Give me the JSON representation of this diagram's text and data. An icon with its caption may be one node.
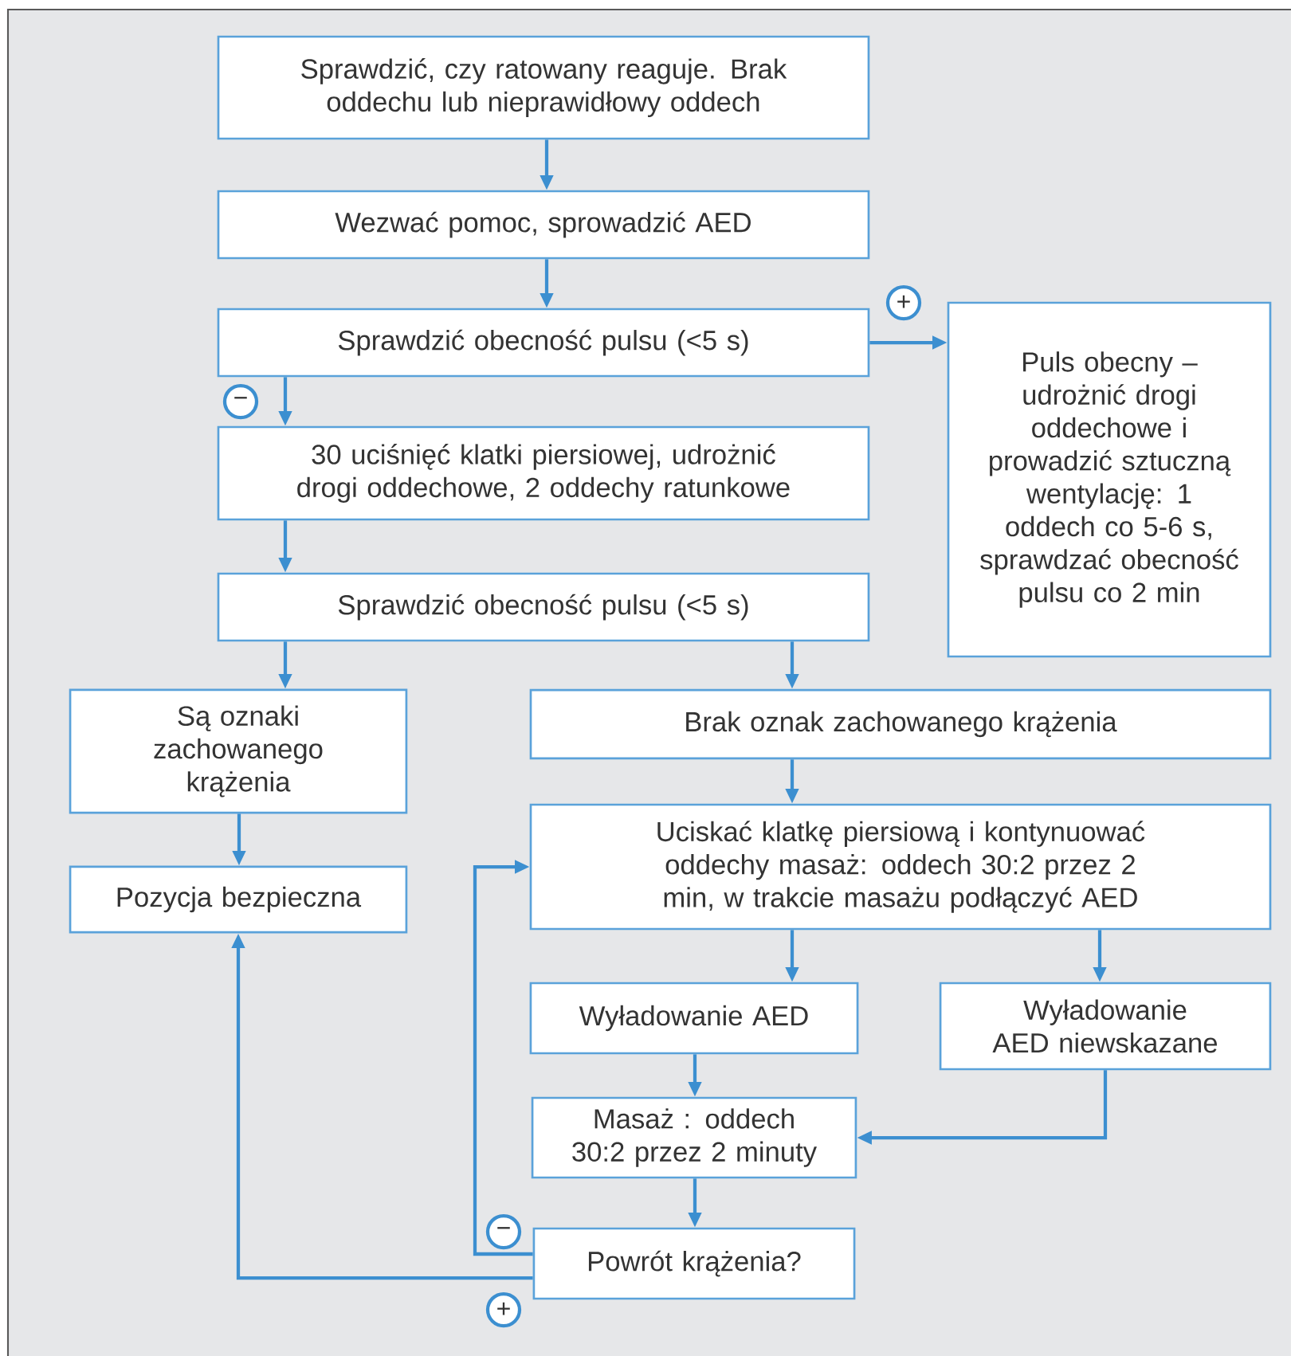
{
  "diagram": {
    "nodes": [
      {
        "text": [
          "Sprawdzić, czy ratowany reaguje. Brak oddechu lub nieprawidłowy oddech"
        ]
      },
      {
        "text": [
          "Wezwać pomoc, sprowadzić AED"
        ]
      },
      {
        "text": [
          "Sprawdzić obecność pulsu (<5 s)"
        ]
      },
      {
        "text": [
          "Puls obecny – udrożnić drogi oddechowe i prowadzić sztuczną wentylację: 1 oddech co 5-6 s, sprawdzać obecność pulsu co 2 min"
        ]
      },
      {
        "text": [
          "30 uciśnięć klatki piersiowej, udrożnić drogi oddechowe, 2 oddechy ratunkowe"
        ]
      },
      {
        "text": [
          "Sprawdzić obecność pulsu (<5 s)"
        ]
      },
      {
        "text": [
          "Są oznaki zachowanego krążenia"
        ]
      },
      {
        "text": [
          "Brak oznak zachowanego krążenia"
        ]
      },
      {
        "text": [
          "Pozycja bezpieczna"
        ]
      },
      {
        "text": [
          "Uciskać klatkę piersiową i kontynuować oddechy masaż: oddech 30:2 przez 2 min, w trakcie masażu podłączyć AED"
        ]
      },
      {
        "text": [
          "Wyładowanie AED"
        ]
      },
      {
        "text": [
          "Wyładowanie AED niewskazane"
        ]
      },
      {
        "text": [
          "Masaż : oddech 30:2 przez 2 minuty"
        ]
      },
      {
        "text": [
          "Powrót krążenia?"
        ]
      }
    ],
    "edges": [
      {
        "from": 0,
        "to": 1,
        "arrow": "to"
      },
      {
        "from": 1,
        "to": 2,
        "arrow": "to"
      },
      {
        "from": 2,
        "to": 3,
        "arrow": "to",
        "label": "+"
      },
      {
        "from": 2,
        "to": 4,
        "arrow": "to",
        "label": "−"
      },
      {
        "from": 4,
        "to": 5,
        "arrow": "to"
      },
      {
        "from": 5,
        "to": 6,
        "arrow": "to"
      },
      {
        "from": 5,
        "to": 7,
        "arrow": "to"
      },
      {
        "from": 6,
        "to": 8,
        "arrow": "to"
      },
      {
        "from": 7,
        "to": 9,
        "arrow": "to"
      },
      {
        "from": 9,
        "to": 10,
        "arrow": "to"
      },
      {
        "from": 9,
        "to": 11,
        "arrow": "to"
      },
      {
        "from": 10,
        "to": 12,
        "arrow": "to"
      },
      {
        "from": 11,
        "to": 12,
        "arrow": "to"
      },
      {
        "from": 12,
        "to": 13,
        "arrow": "to"
      },
      {
        "from": 13,
        "to": 9,
        "arrow": "to",
        "label": "−"
      },
      {
        "from": 13,
        "to": 8,
        "arrow": "to",
        "label": "+"
      }
    ]
  }
}
